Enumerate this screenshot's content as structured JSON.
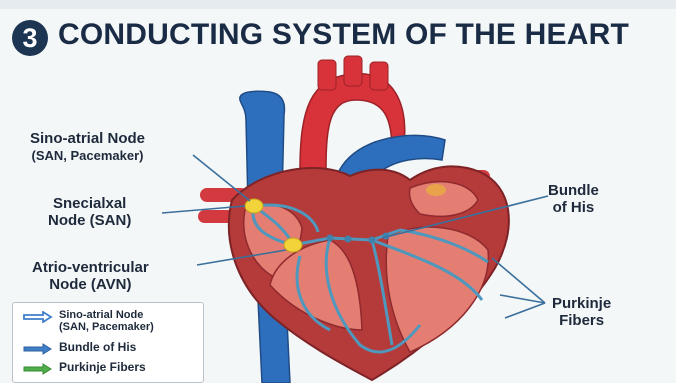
{
  "title": {
    "number": "3",
    "text": "CONDUCTING SYSTEM OF THE HEART"
  },
  "labels": {
    "san": [
      "Sino-atrial Node",
      "(SAN, Pacemaker)"
    ],
    "specialized": [
      "Snecialxal",
      "Node (SAN)"
    ],
    "avn": [
      "Atrio-ventricular",
      "Node (AVN)"
    ],
    "bundle": [
      "Bundle",
      "of His"
    ],
    "purkinje": [
      "Purkinje",
      "Fibers"
    ]
  },
  "legend": [
    {
      "lines": [
        "Sino-atrial Node",
        "(SAN, Pacemaker)"
      ],
      "arrow_color": "#3f7fc9"
    },
    {
      "lines": [
        "Bundle of His"
      ],
      "arrow_color": "#3f7fc9"
    },
    {
      "lines": [
        "Purkinje Fibers"
      ],
      "arrow_color": "#4fae4a"
    }
  ],
  "colors": {
    "artery_red": "#d8323a",
    "vein_blue": "#2e6fbd",
    "muscle": "#b53a3a",
    "chamber": "#e47e72",
    "node_yellow": "#f2d43a",
    "conduction_line": "#4e98bd",
    "title_dark": "#1a2b45"
  }
}
